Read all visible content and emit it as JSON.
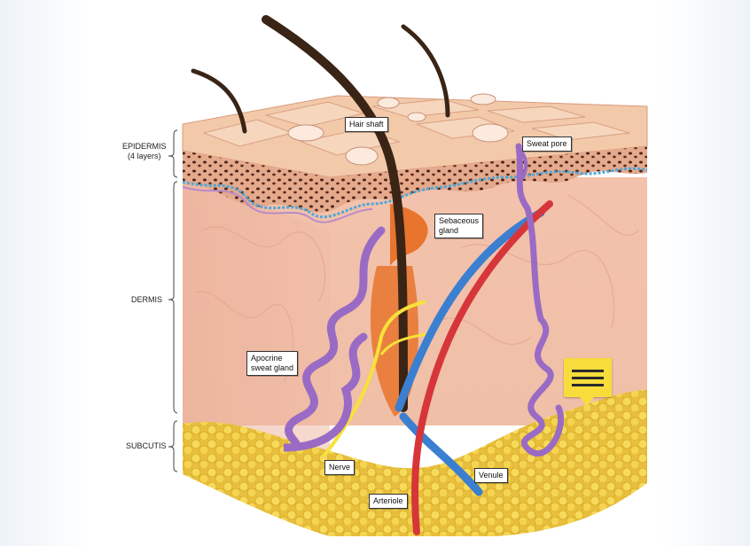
{
  "layers": {
    "epidermis": "EPIDERMIS",
    "epidermis_sub": "(4 layers)",
    "dermis": "DERMIS",
    "subcutis": "SUBCUTIS"
  },
  "callouts": {
    "hair_shaft": "Hair shaft",
    "sweat_pore": "Sweat pore",
    "sebaceous_line1": "Sebaceous",
    "sebaceous_line2": "gland",
    "apocrine_line1": "Apocrine",
    "apocrine_line2": "sweat gland",
    "nerve": "Nerve",
    "venule": "Venule",
    "arteriole": "Arteriole"
  },
  "icons": {
    "note": "note-lines-icon"
  },
  "colors": {
    "epidermis_top": "#f2c9a9",
    "dermis": "#f3c7b2",
    "fat": "#f1cf4e",
    "gland": "#9a6bc4",
    "vein": "#3b7fd1",
    "artery": "#d6363a",
    "nerve": "#f7e23a",
    "sebaceous": "#e8742e",
    "hair": "#3a2415",
    "note": "#f7dc3c"
  }
}
